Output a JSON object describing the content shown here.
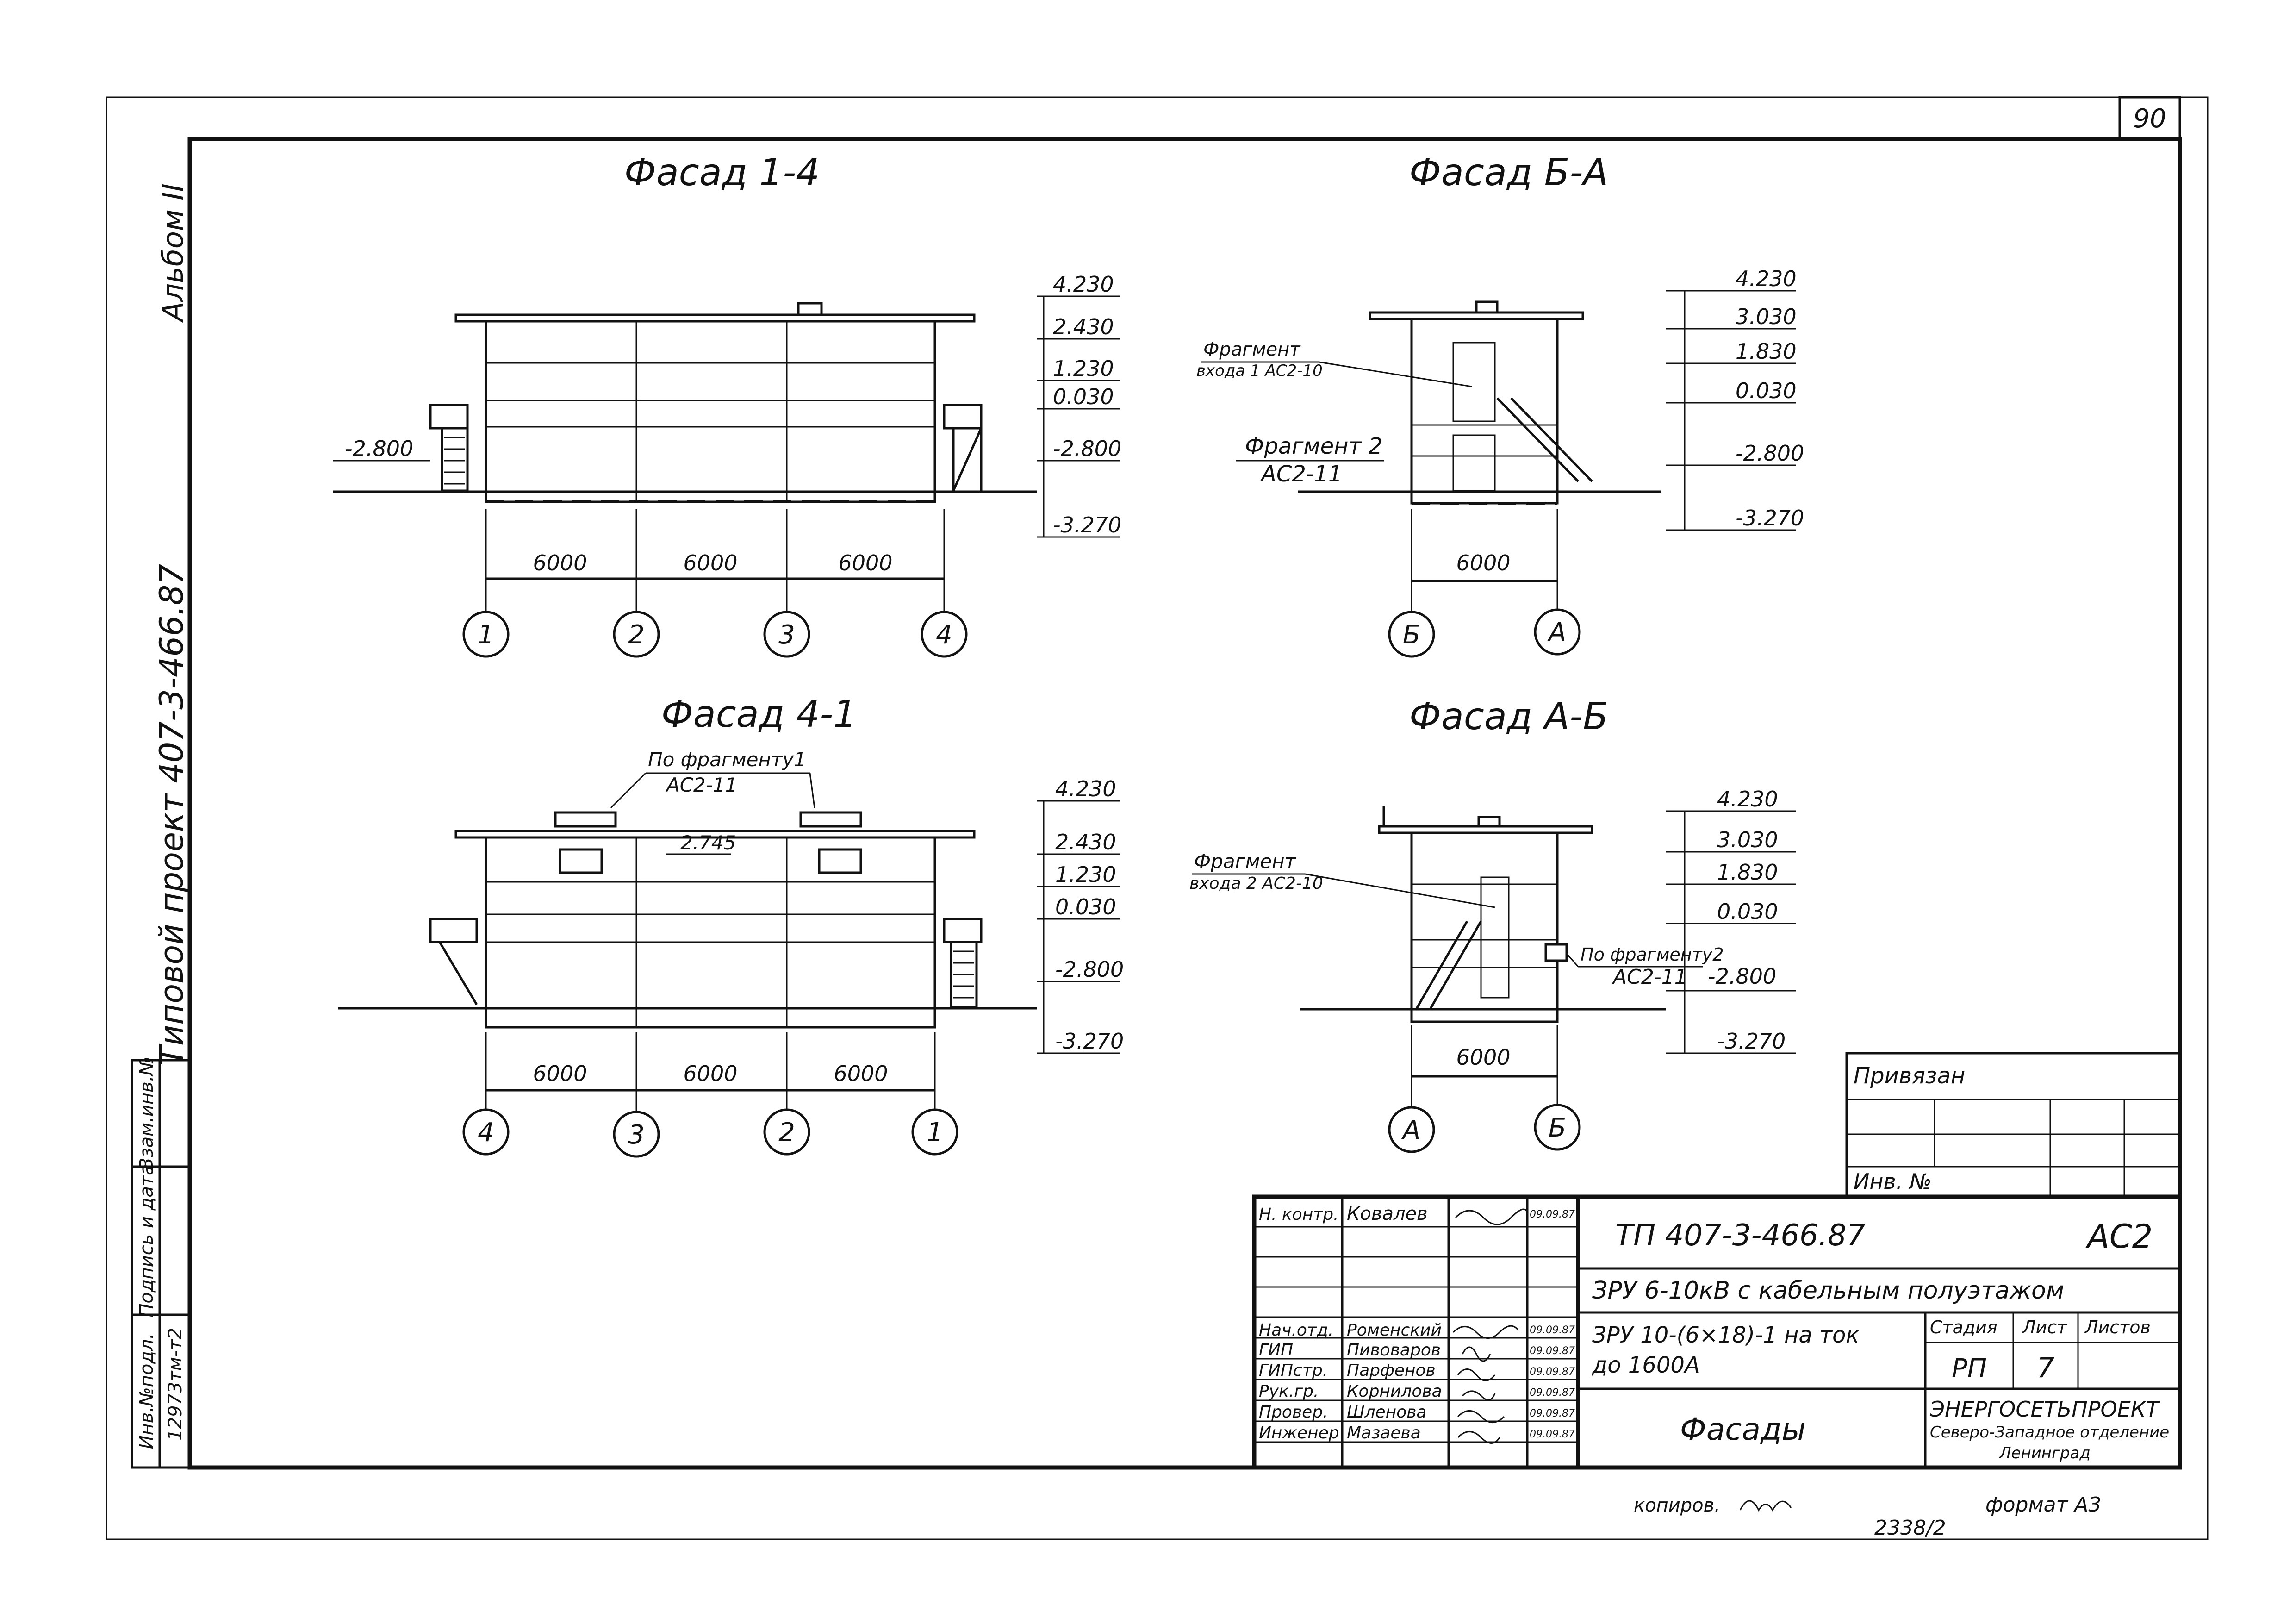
{
  "sheet_number": "90",
  "album": "Альбом II",
  "project_side": "Типовой проект 407-3-466.87",
  "facades": [
    {
      "title": "Фасад 1-4",
      "axes": [
        "1",
        "2",
        "3",
        "4"
      ],
      "dims": [
        "6000",
        "6000",
        "6000"
      ],
      "levels": [
        "4.230",
        "2.430",
        "1.230",
        "0.030",
        "-2.800",
        "-3.270"
      ],
      "left_level": "-2.800"
    },
    {
      "title": "Фасад Б-А",
      "axes": [
        "Б",
        "А"
      ],
      "dims": [
        "6000"
      ],
      "levels": [
        "4.230",
        "3.030",
        "1.830",
        "0.030",
        "-2.800",
        "-3.270"
      ],
      "callouts": [
        "Фрагмент",
        "входа 1 АС2-10",
        "Фрагмент 2",
        "АС2-11"
      ]
    },
    {
      "title": "Фасад 4-1",
      "axes": [
        "4",
        "3",
        "2",
        "1"
      ],
      "dims": [
        "6000",
        "6000",
        "6000"
      ],
      "levels": [
        "4.230",
        "2.430",
        "1.230",
        "0.030",
        "-2.800",
        "-3.270"
      ],
      "inner_level": "2.745",
      "callouts": [
        "По фрагменту1",
        "АС2-11"
      ]
    },
    {
      "title": "Фасад А-Б",
      "axes": [
        "А",
        "Б"
      ],
      "dims": [
        "6000"
      ],
      "levels": [
        "4.230",
        "3.030",
        "1.830",
        "0.030",
        "-2.800",
        "-3.270"
      ],
      "callouts": [
        "Фрагмент",
        "входа 2 АС2-10",
        "По фрагменту2",
        "АС2-11"
      ]
    }
  ],
  "left_strip": {
    "labels": [
      "Взам.инв.№",
      "Подпись и дата",
      "Инв.№подл."
    ],
    "inv_value": "12973тм-т2"
  },
  "attach_block": {
    "label": "Привязан",
    "inv_label": "Инв. №"
  },
  "stamp": {
    "people": [
      {
        "role": "Н. контр.",
        "name": "Ковалев",
        "date": "09.09.87"
      },
      {
        "role": "",
        "name": "",
        "date": ""
      },
      {
        "role": "",
        "name": "",
        "date": ""
      },
      {
        "role": "Нач.отд.",
        "name": "Роменский",
        "date": "09.09.87"
      },
      {
        "role": "ГИП",
        "name": "Пивоваров",
        "date": "09.09.87"
      },
      {
        "role": "ГИПстр.",
        "name": "Парфенов",
        "date": "09.09.87"
      },
      {
        "role": "Рук.гр.",
        "name": "Корнилова",
        "date": "09.09.87"
      },
      {
        "role": "Провер.",
        "name": "Шленова",
        "date": "09.09.87"
      },
      {
        "role": "Инженер",
        "name": "Мазаева",
        "date": "09.09.87"
      }
    ],
    "code": "ТП 407-3-466.87",
    "mark": "АС2",
    "object": "ЗРУ 6-10кВ с кабельным полуэтажом",
    "title_line1": "ЗРУ 10-(6×18)-1 на ток",
    "title_line2": "до 1600А",
    "stage_label": "Стадия",
    "sheet_label": "Лист",
    "sheets_label": "Листов",
    "stage": "РП",
    "sheet": "7",
    "sheets": "",
    "sheet_title": "Фасады",
    "org1": "ЭНЕРГОСЕТЬПРОЕКТ",
    "org2": "Северо-Западное отделение",
    "org3": "Ленинград"
  },
  "footer": {
    "copied": "копиров.",
    "format": "формат А3",
    "number": "2338/2"
  }
}
